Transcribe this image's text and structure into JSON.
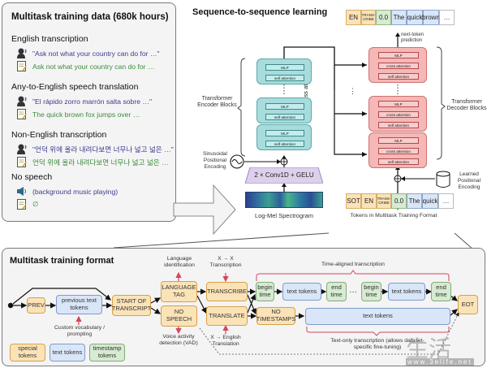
{
  "data_panel": {
    "title": "Multitask training data (680k hours)",
    "sections": [
      {
        "heading": "English transcription",
        "audio": "\"Ask not what your country can do for …\"",
        "text": "Ask not what your country can do for …",
        "audio_icon": "speaker-person-icon",
        "text_icon": "document-icon"
      },
      {
        "heading": "Any-to-English speech translation",
        "audio": "\"El rápido zorro marrón salta sobre …\"",
        "text": "The quick brown fox jumps over …",
        "audio_icon": "speaker-person-icon",
        "text_icon": "document-icon"
      },
      {
        "heading": "Non-English transcription",
        "audio": "\"언덕 위에 올라 내려다보면 너무나 넓고 넓은 …\"",
        "text": "언덕 위에 올라 내려다보면 너무나 넓고 넓은 …",
        "audio_icon": "speaker-person-icon",
        "text_icon": "document-icon"
      },
      {
        "heading": "No speech",
        "audio": "(background music playing)",
        "text": "∅",
        "audio_icon": "loudspeaker-icon",
        "text_icon": "document-icon"
      }
    ]
  },
  "seq2seq": {
    "title": "Sequence-to-sequence learning",
    "encoder_label": "Transformer Encoder Blocks",
    "decoder_label": "Transformer Decoder Blocks",
    "mlp": "MLP",
    "self_attention": "self attention",
    "cross_attention": "cross attention",
    "cross_attention_side": "cross attention",
    "ellipsis": "⋮",
    "sinusoidal": "Sinusoidal Positional Encoding",
    "conv": "2 × Conv1D + GELU",
    "spectrogram": "Log-Mel Spectrogram",
    "learned_pe": "Learned Positional Encoding",
    "next_token": "next-token prediction",
    "tokens_caption": "Tokens in Multitask Training Format",
    "output_tokens": [
      {
        "t": "EN",
        "k": "sp"
      },
      {
        "t": "TRANS-CRIBE",
        "k": "sp"
      },
      {
        "t": "0.0",
        "k": "ts"
      },
      {
        "t": "The",
        "k": "tx"
      },
      {
        "t": "quick",
        "k": "tx"
      },
      {
        "t": "brown",
        "k": "tx"
      },
      {
        "t": "…",
        "k": "wh"
      }
    ],
    "input_tokens": [
      {
        "t": "SOT",
        "k": "sp"
      },
      {
        "t": "EN",
        "k": "sp"
      },
      {
        "t": "TRANS-CRIBE",
        "k": "sp"
      },
      {
        "t": "0.0",
        "k": "ts"
      },
      {
        "t": "The",
        "k": "tx"
      },
      {
        "t": "quick",
        "k": "tx"
      },
      {
        "t": "…",
        "k": "wh"
      }
    ]
  },
  "format_panel": {
    "title": "Multitask training format",
    "nodes": {
      "prev": "PREV",
      "prev_text": "previous text tokens",
      "sot": "START OF TRANSCRIPT",
      "lang": "LANGUAGE TAG",
      "nospeech": "NO SPEECH",
      "transcribe": "TRANSCRIBE",
      "translate": "TRANSLATE",
      "begin1": "begin time",
      "text1": "text tokens",
      "end1": "end time",
      "dots": "…",
      "begin2": "begin time",
      "text2": "text tokens",
      "end2": "end time",
      "notimestamps": "NO TIMESTAMPS",
      "text_long": "text tokens",
      "eot": "EOT"
    },
    "annotations": {
      "custom_vocab": "Custom vocabulary / prompting",
      "lang_id": "Language identification",
      "vad": "Voice activity detection (VAD)",
      "x_x": "X → X Transcription",
      "x_en": "X → English Translation",
      "time_aligned": "Time-aligned transcription",
      "text_only": "Text-only transcription (allows dataset-specific fine-tuning)"
    },
    "legend": [
      {
        "label": "special tokens",
        "k": "sp"
      },
      {
        "label": "text tokens",
        "k": "tx"
      },
      {
        "label": "timestamp tokens",
        "k": "ts"
      }
    ]
  },
  "watermark": {
    "text": "生活",
    "url": "www.3elife.net"
  },
  "colors": {
    "special": "#fbe3b8",
    "text": "#d9e6f7",
    "timestamp": "#d7ead2",
    "encoder": "#a8dcdc",
    "decoder": "#f6b7b7",
    "annotation_arrow": "#d8455a"
  }
}
